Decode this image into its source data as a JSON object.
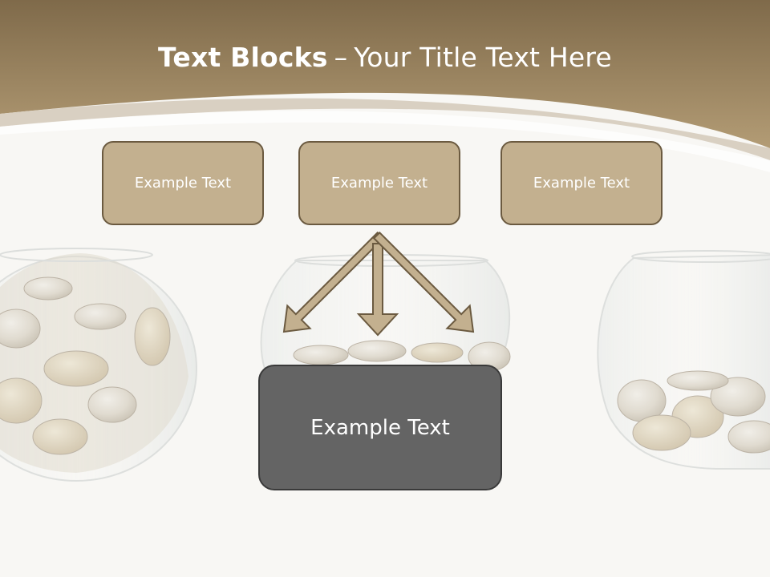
{
  "slide": {
    "title_bold": "Text Blocks",
    "title_dash": "–",
    "title_rest": "Your Title Text Here",
    "blocks": [
      {
        "label": "Example Text"
      },
      {
        "label": "Example Text"
      },
      {
        "label": "Example Text"
      }
    ],
    "main_block": {
      "label": "Example Text"
    }
  },
  "colors": {
    "header_brown": "#a58f6b",
    "block_fill": "#c3b08f",
    "block_border": "#6b5a40",
    "main_block_fill": "#646464",
    "arrow_fill": "#c3b08f"
  },
  "images": {
    "background": "three-glass-bowls-with-coins"
  }
}
